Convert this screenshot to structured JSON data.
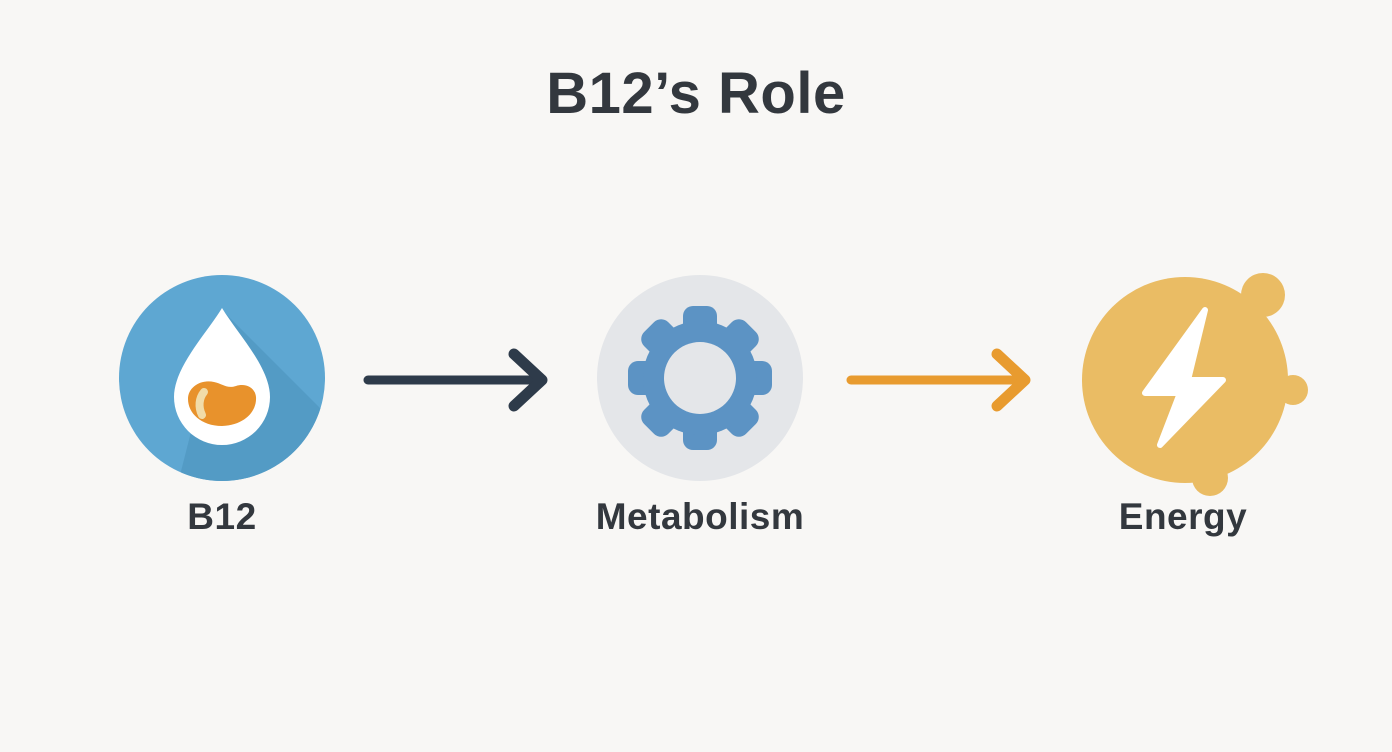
{
  "title": "B12’s Role",
  "diagram": {
    "nodes": [
      {
        "id": "b12",
        "label": "B12",
        "icon": "droplet-icon",
        "circle_color": "#5ea7d2",
        "shadow_color": "#539bc5",
        "droplet_color": "#ffffff",
        "blob_color": "#e8922c",
        "blob_highlight_color": "#f1dca9"
      },
      {
        "id": "metabolism",
        "label": "Metabolism",
        "icon": "gear-icon",
        "circle_color": "#e4e6e9",
        "gear_color": "#5c93c4"
      },
      {
        "id": "energy",
        "label": "Energy",
        "icon": "lightning-icon",
        "circle_color": "#eabc64",
        "bolt_color": "#ffffff"
      }
    ],
    "arrows": [
      {
        "from": "b12",
        "to": "metabolism",
        "color": "#2e3b4a"
      },
      {
        "from": "metabolism",
        "to": "energy",
        "color": "#e89b2f"
      }
    ]
  },
  "colors": {
    "background": "#f8f7f5",
    "text": "#33383e"
  }
}
